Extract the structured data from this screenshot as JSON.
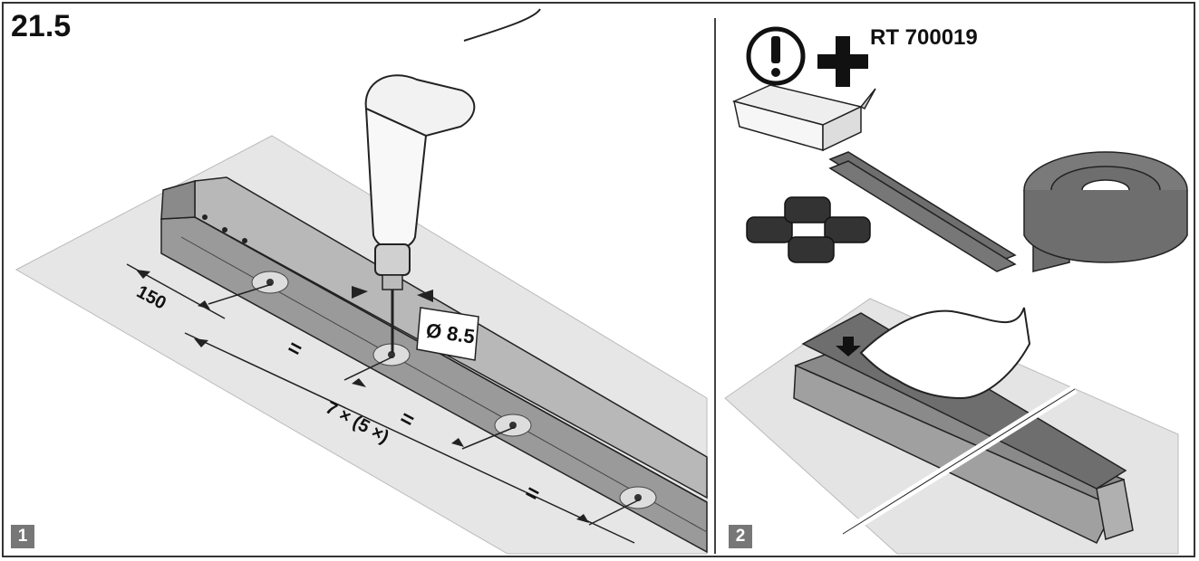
{
  "figure": {
    "step": "21.5",
    "panels": [
      {
        "badge": "1",
        "dimensions": {
          "edge_distance": "150",
          "drill_diameter": "Ø 8.5",
          "equal_mark": "=",
          "repeat_count": "7 × (5 ×)"
        }
      },
      {
        "badge": "2",
        "part_number": "RT 700019"
      }
    ]
  },
  "colors": {
    "line": "#222222",
    "floor": "#e4e4e4",
    "rail": "#9a9a9a",
    "felt": "#6e6e6e",
    "badge": "#777777"
  }
}
